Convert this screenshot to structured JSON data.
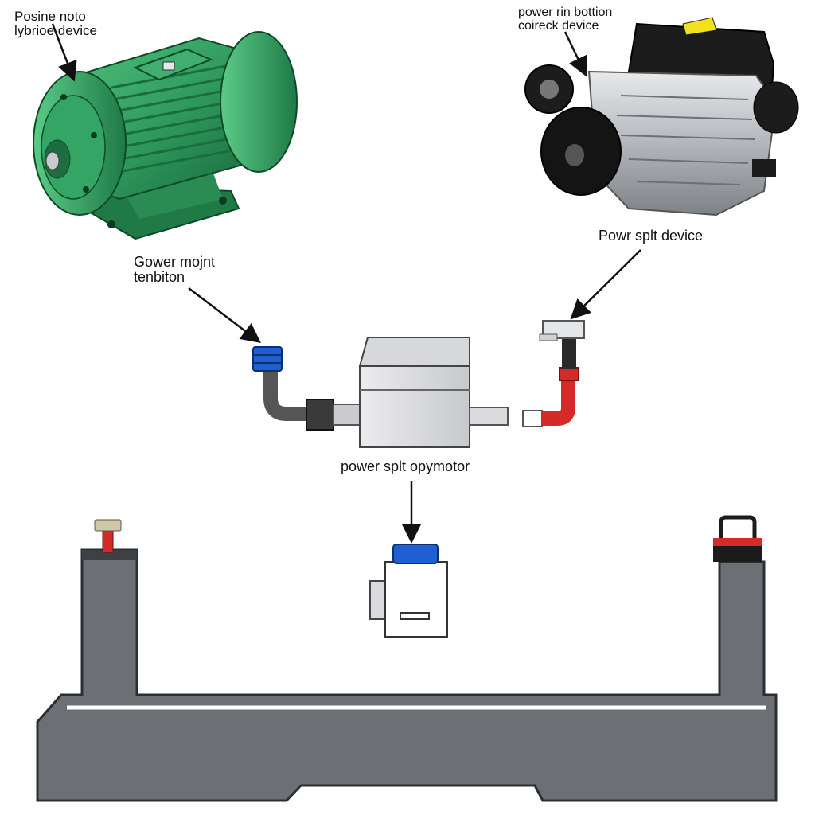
{
  "labels": {
    "top_left": {
      "line1": "Posine noto",
      "line2": "lybrioe device"
    },
    "top_right": {
      "line1": "power rin bottion",
      "line2": "coireck device"
    },
    "mount": {
      "line1": "Gower mojnt",
      "line2": "tenbiton"
    },
    "split_device": "Powr splt device",
    "split_motor": "power splt opymotor"
  },
  "colors": {
    "motor_green": "#2f9a5c",
    "engine_silver": "#b8bcc0",
    "engine_black": "#1e1e1e",
    "accent_blue": "#1f5fd1",
    "accent_red": "#d42a2a",
    "frame_gray": "#6c7075",
    "box_gray": "#d6d8da",
    "cap_yellow": "#f2e21b"
  },
  "icons": [
    "electric-motor-icon",
    "engine-icon",
    "power-split-box-icon",
    "connector-icon"
  ]
}
